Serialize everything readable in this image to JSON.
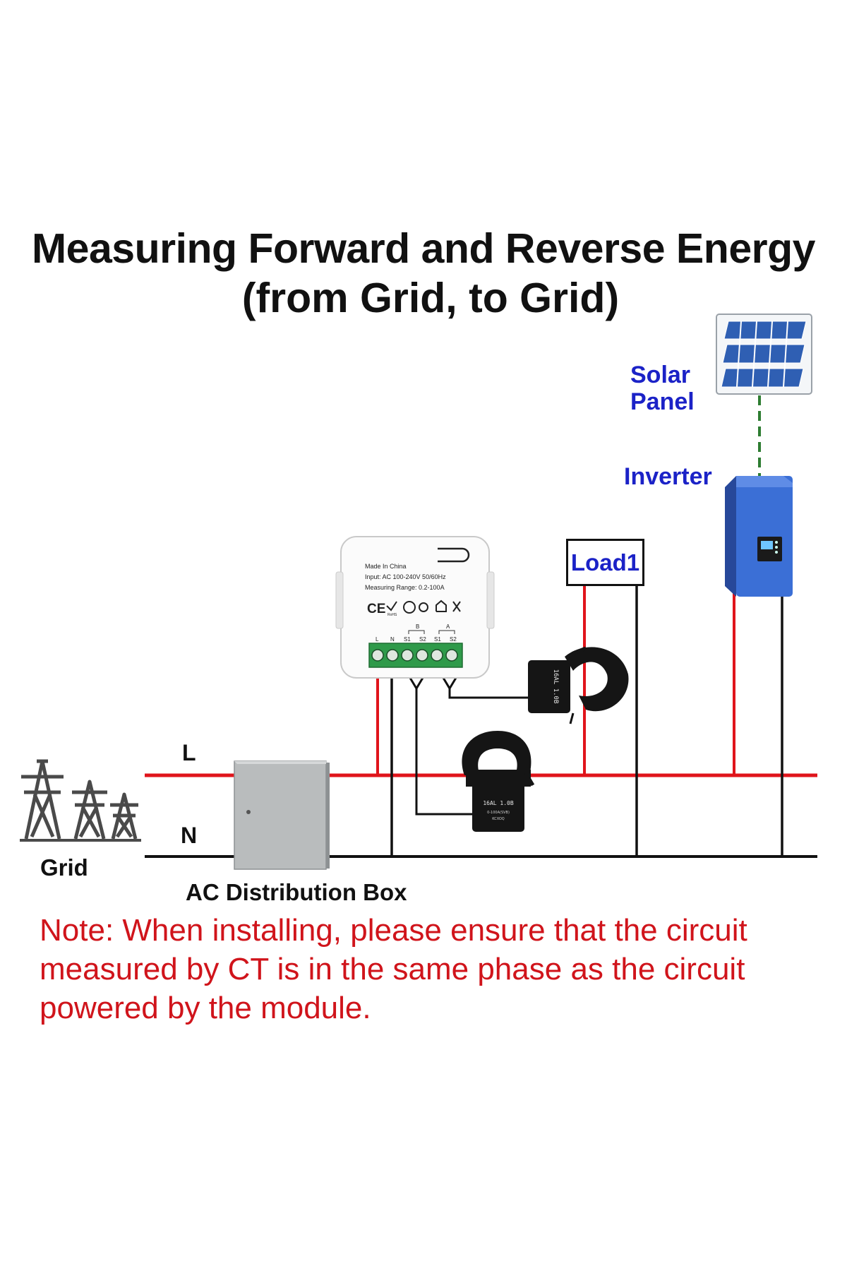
{
  "title": {
    "line1": "Measuring  Forward and Reverse Energy",
    "line2": "(from Grid, to Grid)"
  },
  "labels": {
    "solar_panel_line1": "Solar",
    "solar_panel_line2": "Panel",
    "inverter": "Inverter",
    "load": "Load1",
    "line_l": "L",
    "line_n": "N",
    "grid": "Grid",
    "ac_box": "AC Distribution Box"
  },
  "module": {
    "made_in": "Made In China",
    "input": "Input: AC 100-240V 50/60Hz",
    "range": "Measuring Range: 0.2-100A",
    "cert": "CE",
    "rohs": "RoHS",
    "channel_b": "B",
    "channel_a": "A",
    "terminals": [
      "L",
      "N",
      "S1",
      "S2",
      "S1",
      "S2"
    ]
  },
  "ct_sensor": {
    "model": "16AL 1.0B",
    "spec": "0-100A(SVB)",
    "extra": "KCXOQ"
  },
  "note": {
    "prefix": "Note:",
    "text": " When installing, please ensure that the circuit measured by CT is in the same phase as the circuit powered by the module."
  },
  "colors": {
    "live": "#e0141b",
    "neutral": "#111111",
    "label_blue": "#1b22c7",
    "note_red": "#d0141b",
    "inverter_blue": "#3b6fd6",
    "terminal_green": "#2f9a4a",
    "solar_link": "#2e7d32"
  }
}
